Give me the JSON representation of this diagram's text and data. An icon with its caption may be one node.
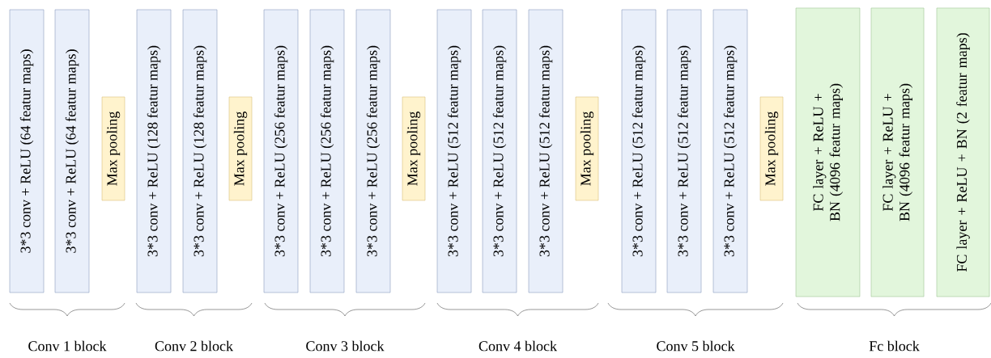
{
  "diagram": {
    "nodes": [
      {
        "text": [
          "3*3 conv + ReLU (64 featur maps)"
        ]
      },
      {
        "text": [
          "3*3 conv + ReLU (64 featur maps)"
        ]
      },
      {
        "text": [
          "Max pooling"
        ]
      },
      {
        "text": [
          "3*3 conv + ReLU (128 featur maps)"
        ]
      },
      {
        "text": [
          "3*3 conv + ReLU (128 featur maps)"
        ]
      },
      {
        "text": [
          "Max pooling"
        ]
      },
      {
        "text": [
          "3*3 conv + ReLU (256 featur maps)"
        ]
      },
      {
        "text": [
          "3*3 conv + ReLU (256 featur maps)"
        ]
      },
      {
        "text": [
          "3*3 conv + ReLU (256 featur maps)"
        ]
      },
      {
        "text": [
          "Max pooling"
        ]
      },
      {
        "text": [
          "3*3 conv + ReLU (512 featur maps)"
        ]
      },
      {
        "text": [
          "3*3 conv + ReLU (512 featur maps)"
        ]
      },
      {
        "text": [
          "3*3 conv + ReLU (512 featur maps)"
        ]
      },
      {
        "text": [
          "Max pooling"
        ]
      },
      {
        "text": [
          "3*3 conv + ReLU (512 featur maps)"
        ]
      },
      {
        "text": [
          "3*3 conv + ReLU (512 featur maps)"
        ]
      },
      {
        "text": [
          "3*3 conv + ReLU (512 featur maps)"
        ]
      },
      {
        "text": [
          "Max pooling"
        ]
      },
      {
        "text": [
          "FC layer + ReLU + BN (4096 featur maps)"
        ]
      },
      {
        "text": [
          "FC layer + ReLU + BN (4096 featur maps)"
        ]
      },
      {
        "text": [
          "FC layer + ReLU + BN (2 featur maps)"
        ]
      }
    ],
    "labels": [
      "Conv 1 block",
      "Conv 2 block",
      "Conv 3 block",
      "Conv 4 block",
      "Conv 5 block",
      "Fc block"
    ]
  }
}
